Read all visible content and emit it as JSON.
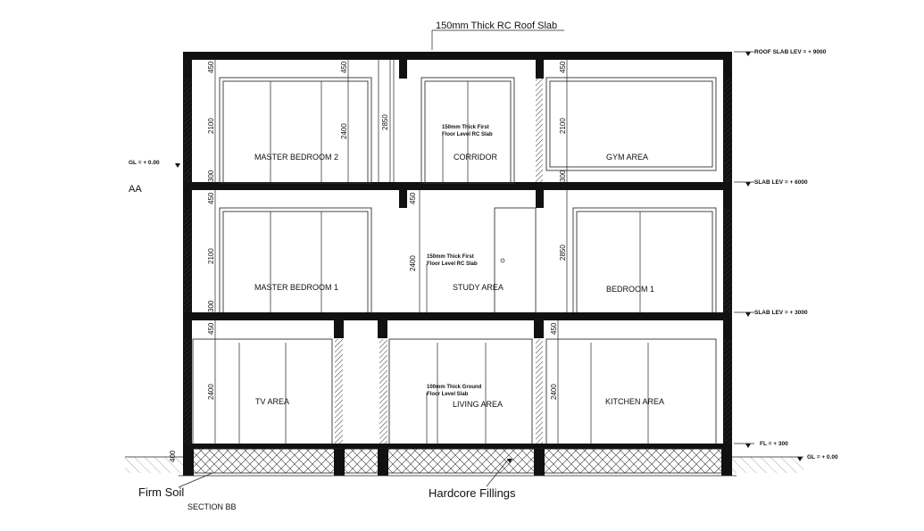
{
  "title_note": "150mm Thick RC Roof Slab",
  "section_aa_label": "AA",
  "section_bb_label": "SECTION BB",
  "levels": {
    "roof": "ROOF SLAB LEV = + 9000",
    "first": "SLAB LEV = + 6000",
    "ground": "SLAB LEV = + 3000",
    "floor": "FL = + 300",
    "gl_left": "GL = + 0.00",
    "gl_right": "GL = + 0.00"
  },
  "rooms": {
    "master_bedroom_2": "MASTER BEDROOM 2",
    "corridor": "CORRIDOR",
    "gym": "GYM AREA",
    "master_bedroom_1": "MASTER BEDROOM 1",
    "study": "STUDY AREA",
    "bedroom_1": "BEDROOM 1",
    "tv": "TV AREA",
    "living": "LIVING AREA",
    "kitchen": "KITCHEN AREA"
  },
  "slab_notes": {
    "first_a_line1": "150mm Thick First",
    "first_a_line2": "Floor Level RC Slab",
    "first_b_line1": "150mm Thick First",
    "first_b_line2": "Floor Level RC Slab",
    "ground_line1": "100mm Thick Ground",
    "ground_line2": "Floor Level Slab"
  },
  "dims": {
    "d450": "450",
    "d2100": "2100",
    "d300": "300",
    "d2400": "2400",
    "d2850": "2850",
    "d400": "400"
  },
  "ground_labels": {
    "firm_soil": "Firm Soil",
    "hardcore": "Hardcore Fillings"
  }
}
